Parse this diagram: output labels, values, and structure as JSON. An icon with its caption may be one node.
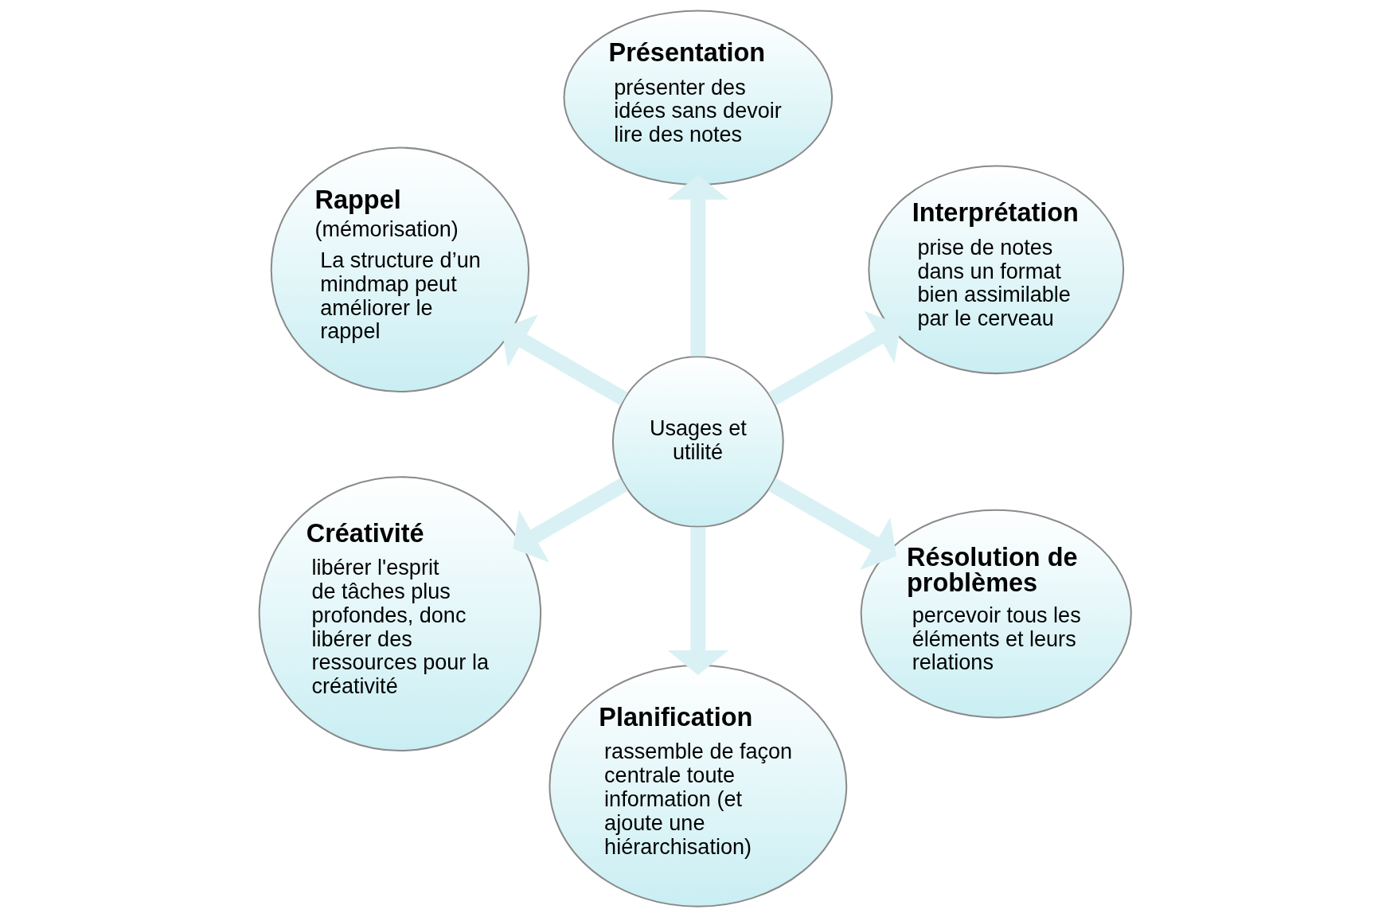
{
  "diagram": {
    "nodes": [
      {
        "text": [
          "Interprétation",
          "prise de notes dans un format bien assimilable par le cerveau"
        ]
      },
      {
        "text": [
          "Présentation",
          "présenter des idées sans devoir lire des notes"
        ]
      },
      {
        "text": [
          "Rappel",
          "(mémorisation)",
          "La structure d’un mindmap peut améliorer le rappel"
        ]
      },
      {
        "text": [
          "Usages et utilité"
        ]
      },
      {
        "text": [
          "Créativité",
          "libérer l'esprit de tâches plus profondes, donc libérer des ressources pour la créativité"
        ]
      },
      {
        "text": [
          "Planification",
          "rassemble de façon centrale toute information (et ajoute une hiérarchisation)"
        ]
      },
      {
        "text": [
          "Résolution de problèmes",
          "percevoir tous les éléments et leurs relations"
        ]
      }
    ],
    "edges": [
      {
        "from": 3,
        "to": 0,
        "arrow": "to"
      },
      {
        "from": 3,
        "to": 2,
        "arrow": "to"
      },
      {
        "from": 3,
        "to": 4,
        "arrow": "to"
      },
      {
        "from": 3,
        "to": 6,
        "arrow": "to"
      },
      {
        "from": 3,
        "to": 5,
        "arrow": "to"
      },
      {
        "from": 3,
        "to": 1,
        "arrow": "to"
      }
    ]
  }
}
